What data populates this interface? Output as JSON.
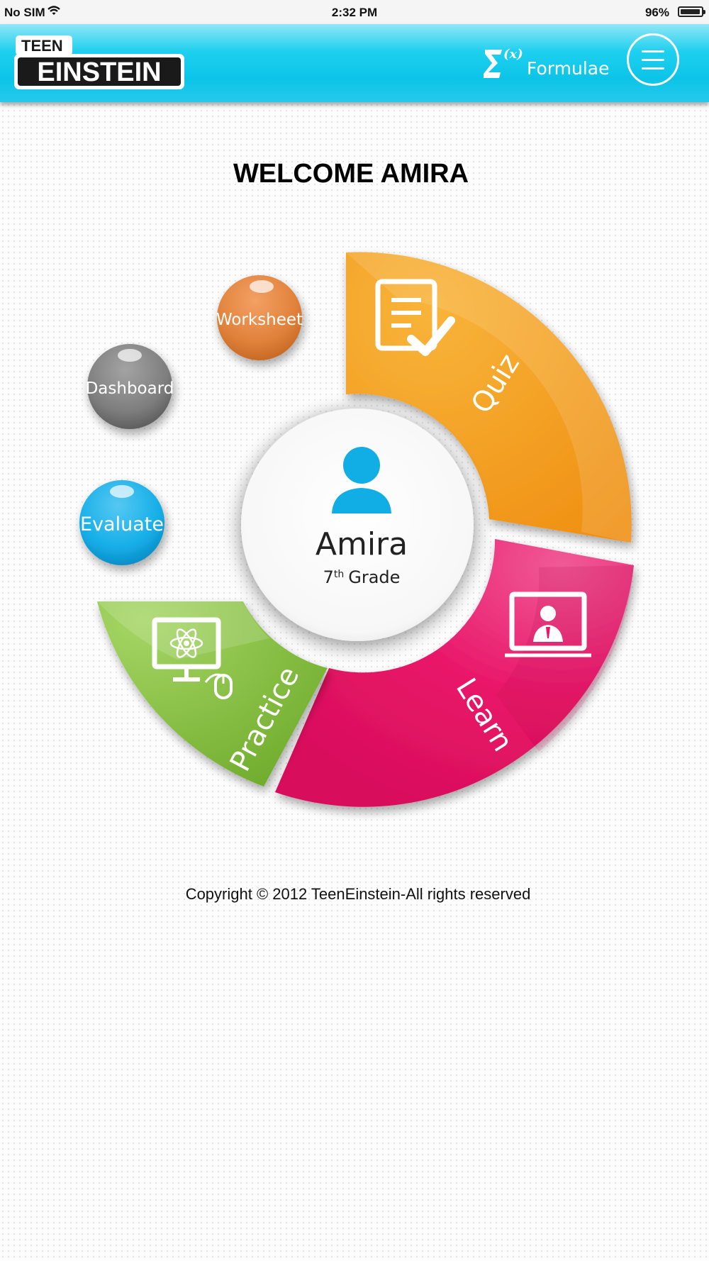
{
  "status_bar": {
    "carrier": "No SIM",
    "time": "2:32 PM",
    "battery": "96%"
  },
  "header": {
    "logo_top": "TEEN",
    "logo_main": "EINSTEIN",
    "formulae_label": "Formulae",
    "formulae_icon_text": "(x)"
  },
  "welcome": "WELCOME AMIRA",
  "user": {
    "name": "Amira",
    "grade_number": "7",
    "grade_suffix": "th",
    "grade_label": "Grade"
  },
  "wheel_segments": {
    "quiz": "Quiz",
    "learn": "Learn",
    "practice": "Practice"
  },
  "side_buttons": {
    "worksheet": "Worksheet",
    "dashboard": "Dashboard",
    "evaluate": "Evaluate"
  },
  "footer": {
    "copyright": "Copyright © 2012 TeenEinstein-All rights reserved"
  },
  "colors": {
    "header": "#0cc4e8",
    "quiz": "#f5a11f",
    "learn": "#e91568",
    "practice": "#86c23f",
    "worksheet": "#e0813a",
    "dashboard": "#808080",
    "evaluate": "#16aee8",
    "user_icon": "#11aee6"
  }
}
